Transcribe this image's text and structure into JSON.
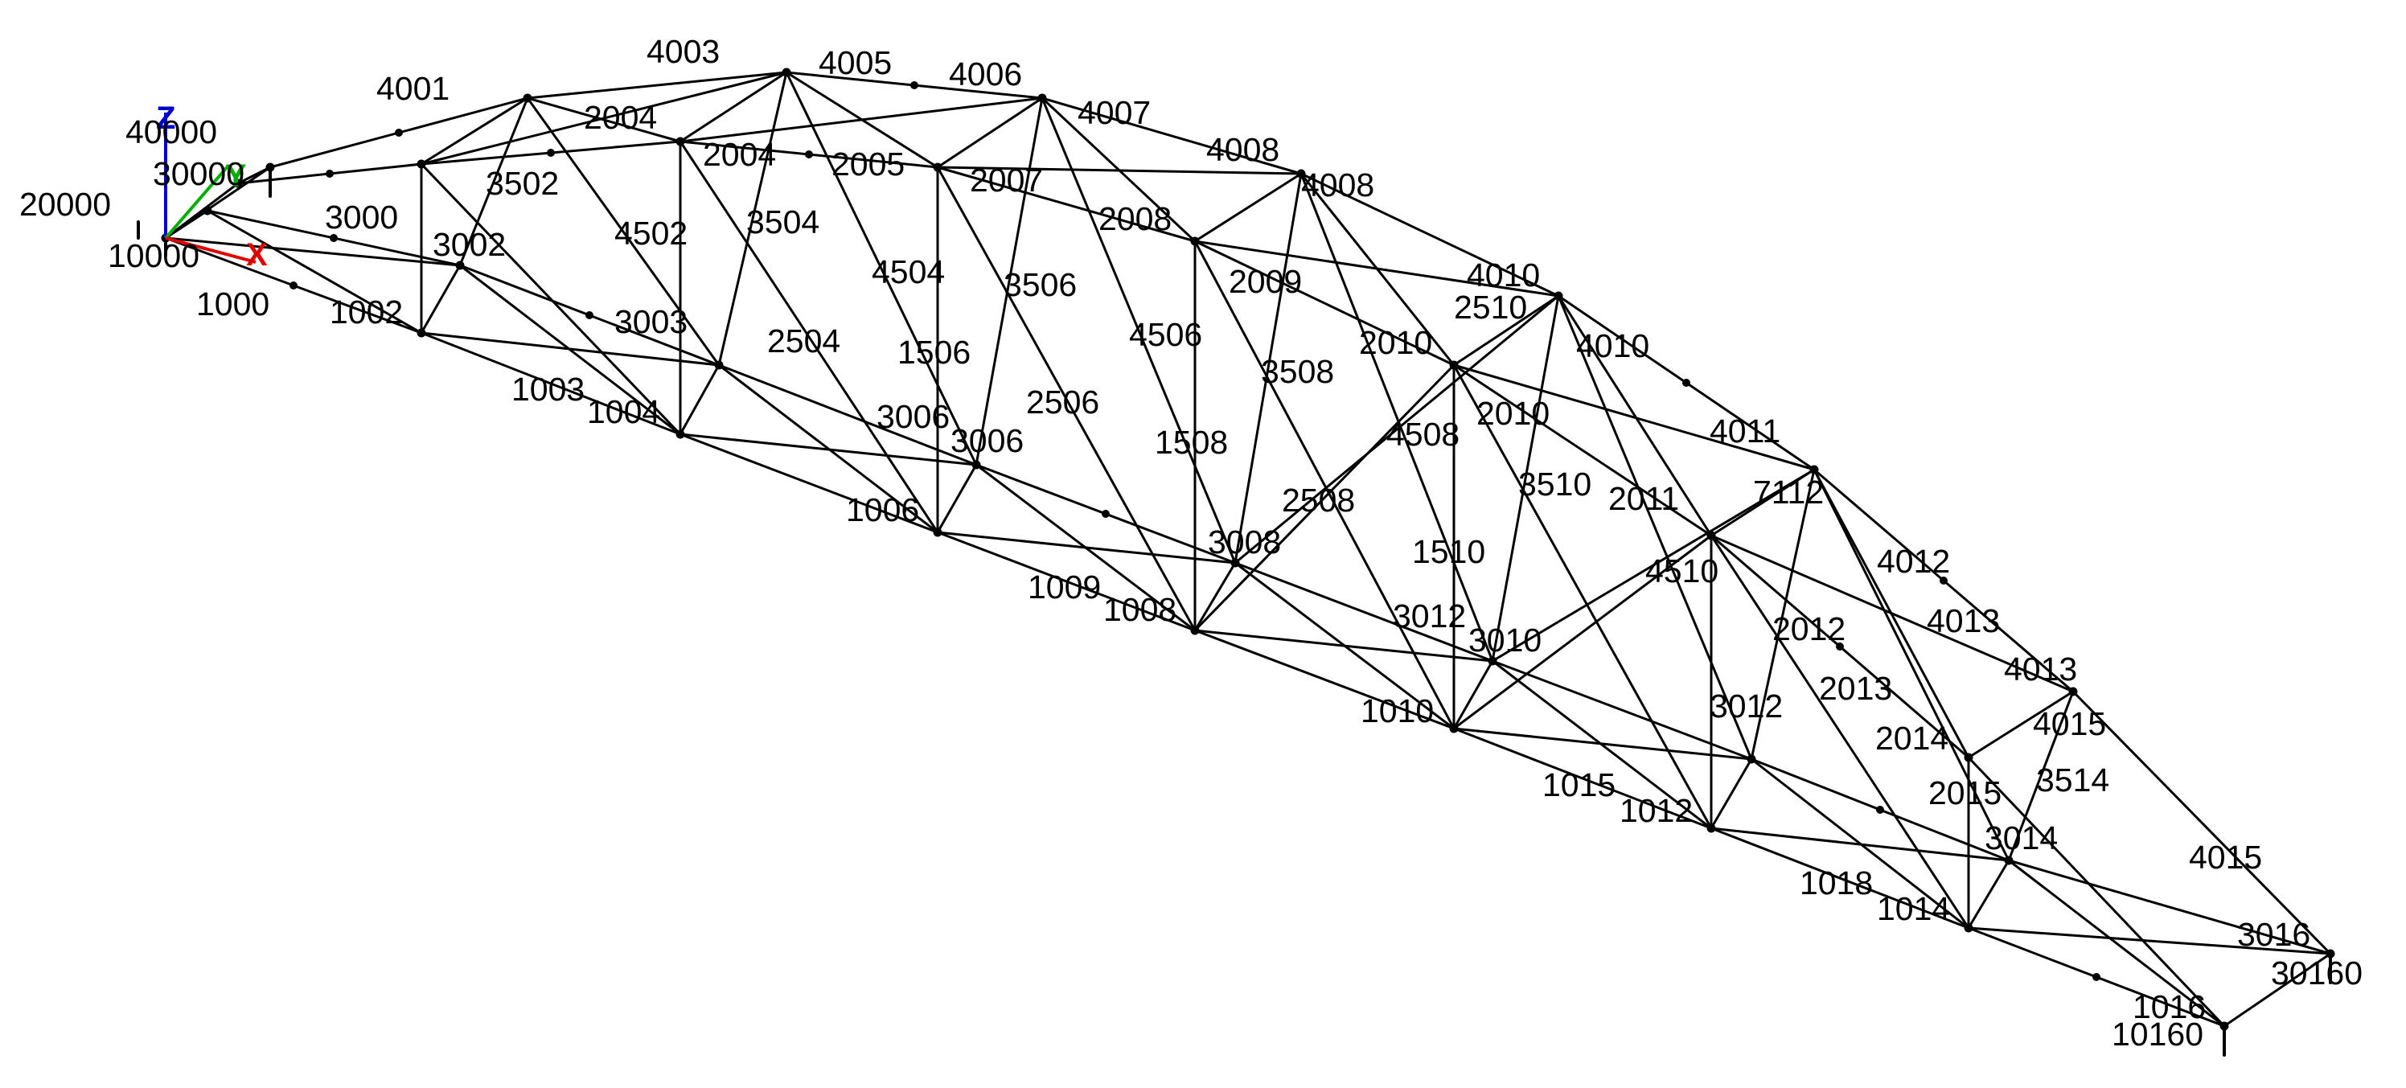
{
  "colors": {
    "background": "#ffffff",
    "member": "#000000",
    "axis_x": "#e00000",
    "axis_y": "#00b000",
    "axis_z": "#0000cc"
  },
  "axes": {
    "x": "X",
    "y": "Y",
    "z": "Z",
    "icon": "coordinate-triad-icon"
  },
  "labels": {
    "n40000": "40000",
    "n30000": "30000",
    "n20000": "20000",
    "n10000": "10000",
    "n10160": "10160",
    "n30160": "30160",
    "l4001": "4001",
    "l4003": "4003",
    "l4005": "4005",
    "l4006": "4006",
    "l4007": "4007",
    "l4008a": "4008",
    "l4008b": "4008",
    "l4010a": "4010",
    "l4010b": "4010",
    "l4011": "4011",
    "l4012": "4012",
    "l4013a": "4013",
    "l4013b": "4013",
    "l4015a": "4015",
    "l4015b": "4015",
    "l2004a": "2004",
    "l2004b": "2004",
    "l2005": "2005",
    "l2007": "2007",
    "l2008": "2008",
    "l2009": "2009",
    "l2010a": "2010",
    "l2010b": "2010",
    "l2011": "2011",
    "l2012": "2012",
    "l2013": "2013",
    "l2014": "2014",
    "l2015": "2015",
    "l2504": "2504",
    "l2506": "2506",
    "l2508": "2508",
    "l2510": "2510",
    "l3000": "3000",
    "l3002": "3002",
    "l3003": "3003",
    "l3006a": "3006",
    "l3006b": "3006",
    "l3008": "3008",
    "l3010": "3010",
    "l3012a": "3012",
    "l3012b": "3012",
    "l3014": "3014",
    "l3016": "3016",
    "l3502": "3502",
    "l3504": "3504",
    "l3506": "3506",
    "l3508": "3508",
    "l3510": "3510",
    "l3514": "3514",
    "l4502": "4502",
    "l4504": "4504",
    "l4506": "4506",
    "l4508": "4508",
    "l4510": "4510",
    "l1000": "1000",
    "l1002": "1002",
    "l1003": "1003",
    "l1004": "1004",
    "l1006": "1006",
    "l1009": "1009",
    "l1008": "1008",
    "l1010": "1010",
    "l1012": "1012",
    "l1014": "1014",
    "l1015": "1015",
    "l1016": "1016",
    "l1018": "1018",
    "l1506": "1506",
    "l1508": "1508",
    "l1510": "1510",
    "l7112": "7112"
  }
}
